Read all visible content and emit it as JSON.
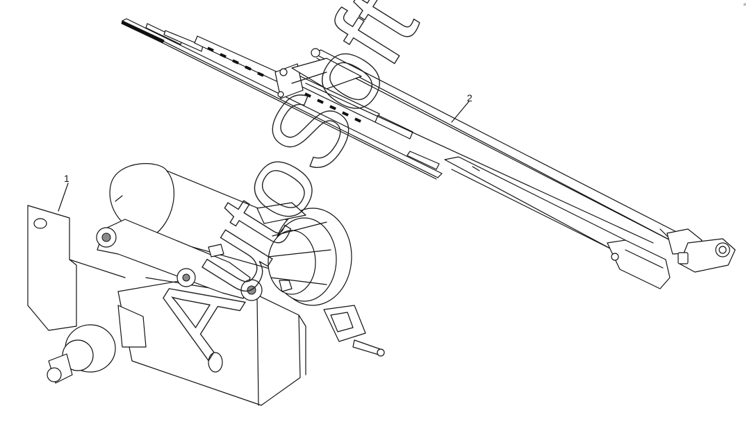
{
  "callouts": {
    "part_1": "1",
    "part_2": "2"
  },
  "watermark": "AutoSoft",
  "corner_mark": "a"
}
